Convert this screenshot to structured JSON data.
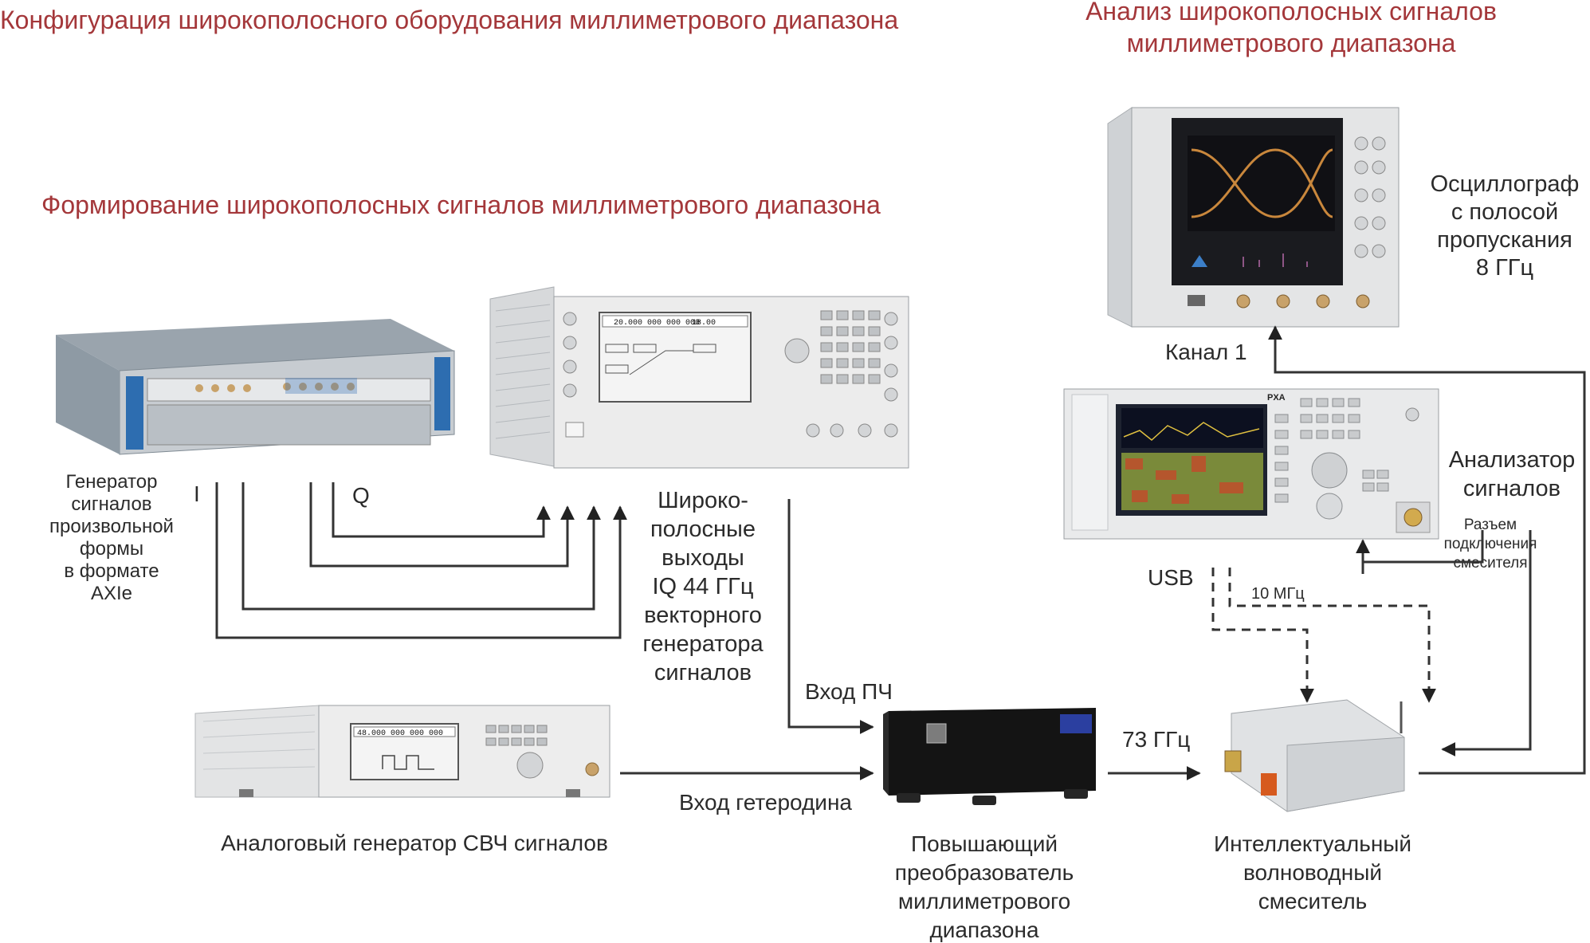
{
  "titles": {
    "config": "Конфигурация широкополосного оборудования миллиметрового диапазона",
    "analysis": [
      "Анализ широкополосных сигналов",
      "миллиметрового диапазона"
    ],
    "formation": "Формирование широкополосных сигналов миллиметрового диапазона"
  },
  "devices": {
    "awg": {
      "label": [
        "Генератор",
        "сигналов",
        "произвольной",
        "формы",
        "в формате",
        "AXIe"
      ]
    },
    "vector_gen": {
      "screen_value": "20.000 000 000 000",
      "screen_value_2": "18.00"
    },
    "analog_gen": {
      "label": "Аналоговый генератор СВЧ сигналов",
      "screen_value": "48.000 000 000 000"
    },
    "oscilloscope": {
      "label": [
        "Осциллограф",
        "с полосой",
        "пропускания",
        "8 ГГц"
      ]
    },
    "analyzer": {
      "label": [
        "Анализатор",
        "сигналов"
      ],
      "badge": "PXA"
    },
    "upconverter": {
      "label": [
        "Повышающий",
        "преобразователь",
        "миллиметрового",
        "диапазона"
      ]
    },
    "mixer": {
      "label": [
        "Интеллектуальный",
        "волноводный",
        "смеситель"
      ]
    }
  },
  "signals": {
    "i": "I",
    "q": "Q",
    "iq_outputs": [
      "Широко-",
      "полосные",
      "выходы",
      "IQ 44 ГГц",
      "векторного",
      "генератора",
      "сигналов"
    ],
    "if_input": "Вход ПЧ",
    "lo_input": "Вход гетеродина",
    "freq_73": "73 ГГц",
    "channel1": "Канал 1",
    "usb": "USB",
    "ref_10": "10 МГц",
    "mixer_port": [
      "Разъем",
      "подключения",
      "смесителя"
    ]
  },
  "colors": {
    "title_red": "#a4373a",
    "text": "#2b2b2b",
    "line": "#333333"
  }
}
